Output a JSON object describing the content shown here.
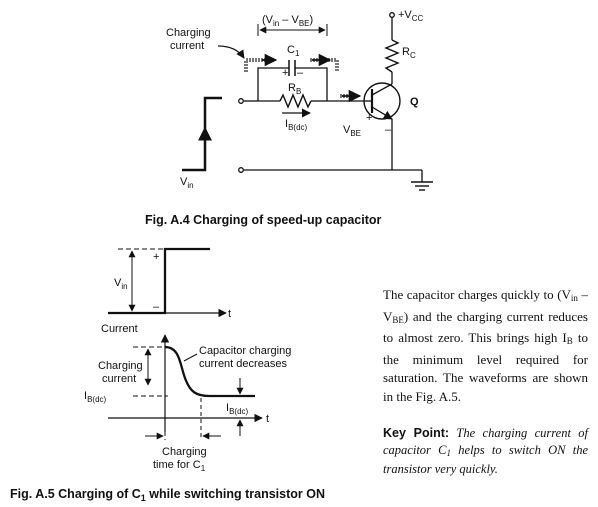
{
  "fig_a4": {
    "charging_current_label_1": "Charging",
    "charging_current_label_2": "current",
    "vin_minus_vbe_open": "(V",
    "vin_sub": "in",
    "vin_minus_vbe_mid": " – V",
    "vbe_sub": "BE",
    "vin_minus_vbe_close": ")",
    "c1_main": "C",
    "c1_sub": "1",
    "plus_sign": "+",
    "minus_sign": "–",
    "rb_main": "R",
    "rb_sub": "B",
    "ib_main": "I",
    "ib_sub": "B(dc)",
    "vcc_main": "+V",
    "vcc_sub": "CC",
    "rc_main": "R",
    "rc_sub": "C",
    "q_label": "Q",
    "vbe_main": "V",
    "vbe_label_sub": "BE",
    "base_plus": "+",
    "emitter_minus": "–",
    "vin_main": "V",
    "vin_label_sub": "in",
    "caption": "Fig. A.4 Charging of speed-up capacitor"
  },
  "fig_a5": {
    "plus_sign": "+",
    "minus_sign": "–",
    "vin_main": "V",
    "vin_sub": "in",
    "t_label_top": "t",
    "current_label": "Current",
    "charging_current_1": "Charging",
    "charging_current_2": "current",
    "cap_charging_1": "Capacitor charging",
    "cap_charging_2": "current decreases",
    "ibdc_left_main": "I",
    "ibdc_left_sub": "B(dc)",
    "ibdc_right_main": "I",
    "ibdc_right_sub": "B(dc)",
    "t_label_bottom": "t",
    "charging_time_1": "Charging",
    "charging_time_2": "time for C",
    "charging_time_sub": "1",
    "caption_main": "Fig. A.5 Charging of C",
    "caption_sub": "1",
    "caption_rest": " while switching transistor ON"
  },
  "paragraph": {
    "p1": "The capacitor charges quickly to (V",
    "p1_sub1": "in",
    "p2": " – V",
    "p2_sub": "BE",
    "p3": ") and the charging current reduces to almost zero. This brings high I",
    "p3_sub": "B",
    "p4": " to the minimum level required for saturation. The waveforms are shown in the Fig. A.5."
  },
  "key_point": {
    "label": "Key Point:",
    "t1": " The charging current of capacitor C",
    "t1_sub": "1",
    "t2": " helps to switch ON the transistor very quickly."
  }
}
